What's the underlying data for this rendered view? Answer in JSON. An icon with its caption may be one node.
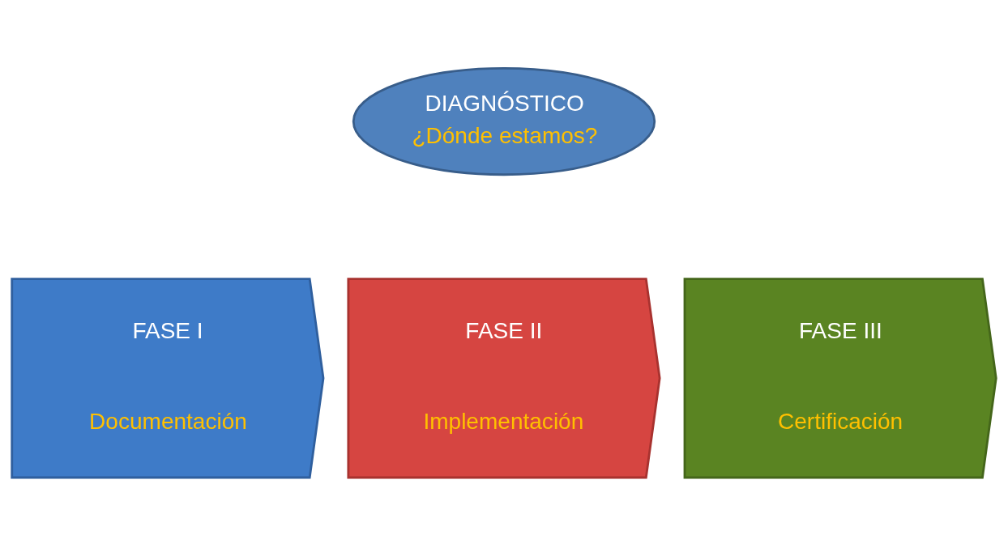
{
  "diagram": {
    "nodes": [
      {
        "text": [
          "DIAGNÓSTICO",
          "¿Dónde estamos?"
        ]
      },
      {
        "text": [
          "FASE I",
          "Documentación"
        ]
      },
      {
        "text": [
          "FASE II",
          "Implementación"
        ]
      },
      {
        "text": [
          "FASE III",
          "Certificación"
        ]
      }
    ]
  }
}
